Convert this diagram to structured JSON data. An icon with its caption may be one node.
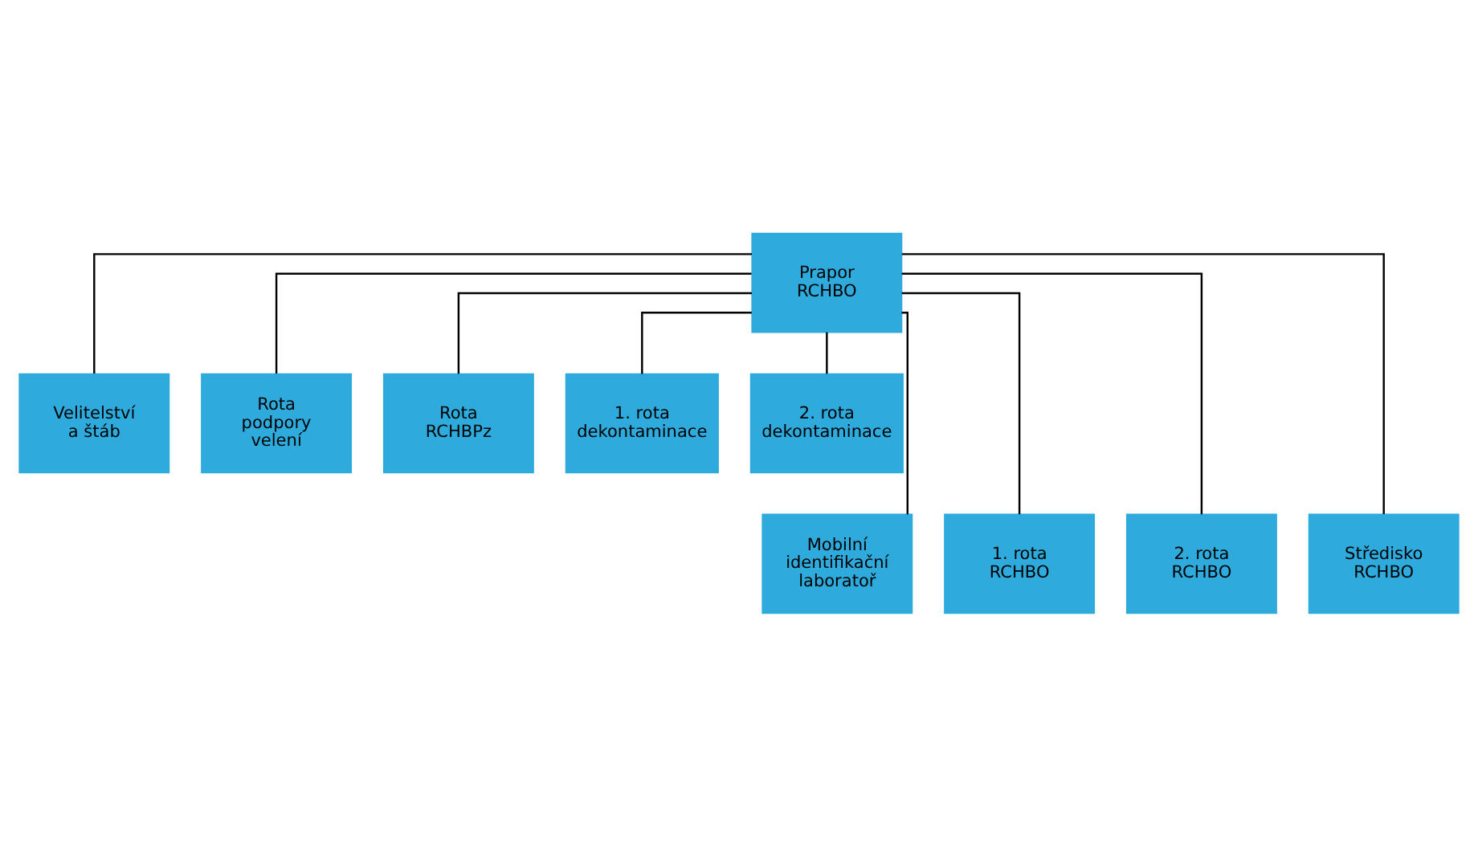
{
  "diagram": {
    "nodes": [
      {
        "text": [
          "Prapor RCHBO"
        ]
      },
      {
        "text": [
          "Velitelství a štáb"
        ]
      },
      {
        "text": [
          "Rota podpory velení"
        ]
      },
      {
        "text": [
          "Rota RCHBPz"
        ]
      },
      {
        "text": [
          "1. rota dekontaminace"
        ]
      },
      {
        "text": [
          "2. rota dekontaminace"
        ]
      },
      {
        "text": [
          "Mobilní identifikační laboratoř"
        ]
      },
      {
        "text": [
          "1. rota RCHBO"
        ]
      },
      {
        "text": [
          "2. rota RCHBO"
        ]
      },
      {
        "text": [
          "Středisko RCHBO"
        ]
      }
    ],
    "edges": [
      {
        "from": 0,
        "to": 1,
        "arrow": "none"
      },
      {
        "from": 0,
        "to": 2,
        "arrow": "none"
      },
      {
        "from": 0,
        "to": 3,
        "arrow": "none"
      },
      {
        "from": 0,
        "to": 4,
        "arrow": "none"
      },
      {
        "from": 0,
        "to": 5,
        "arrow": "none"
      },
      {
        "from": 0,
        "to": 6,
        "arrow": "none"
      },
      {
        "from": 0,
        "to": 7,
        "arrow": "none"
      },
      {
        "from": 0,
        "to": 8,
        "arrow": "none"
      },
      {
        "from": 0,
        "to": 9,
        "arrow": "none"
      }
    ]
  }
}
